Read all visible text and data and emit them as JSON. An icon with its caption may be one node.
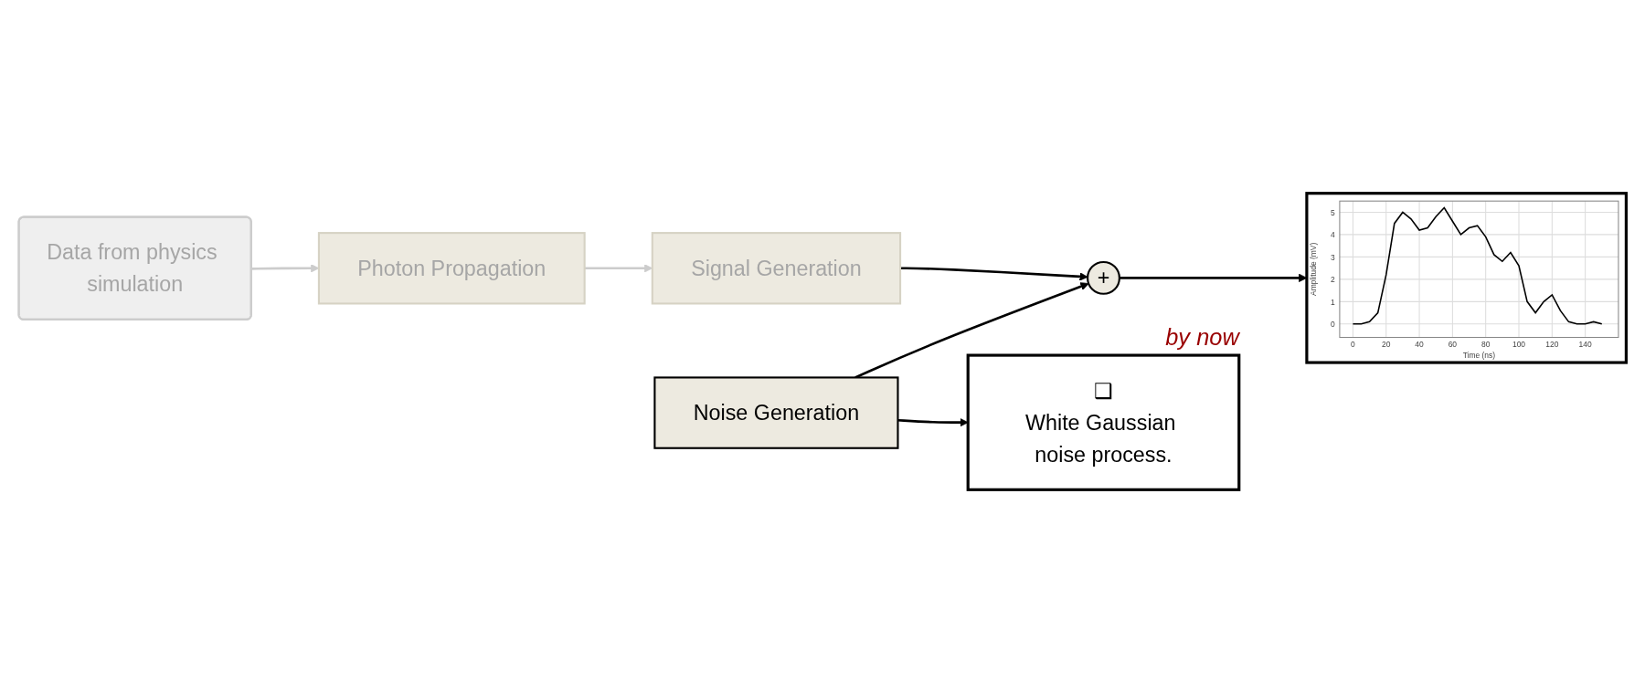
{
  "diagram": {
    "nodes": [
      {
        "text": [
          "Data from physics simulation"
        ]
      },
      {
        "text": [
          "Photon Propagation"
        ]
      },
      {
        "text": [
          "Signal Generation"
        ]
      },
      {
        "text": [
          "+"
        ]
      },
      {
        "text": [],
        "shape": "picture"
      },
      {
        "text": [
          "Noise Generation"
        ]
      },
      {
        "text": [
          "❑",
          "White Gaussian noise process."
        ],
        "beside": [
          "by now"
        ]
      }
    ],
    "edges": [
      {
        "from": 0,
        "to": 1,
        "arrow": "to",
        "color": "#cccccc"
      },
      {
        "from": 1,
        "to": 2,
        "arrow": "to",
        "color": "#cccccc"
      },
      {
        "from": 2,
        "to": 3,
        "arrow": "to"
      },
      {
        "from": 3,
        "to": 4,
        "arrow": "to"
      },
      {
        "from": 5,
        "to": 3,
        "arrow": "to"
      },
      {
        "from": 5,
        "to": 6,
        "arrow": "to"
      }
    ],
    "chart_data": {
      "type": "line",
      "xlabel": "Time (ns)",
      "ylabel": "Amplitude (mV)",
      "x": [
        0,
        5,
        10,
        15,
        20,
        25,
        30,
        35,
        40,
        45,
        50,
        55,
        60,
        65,
        70,
        75,
        80,
        85,
        90,
        95,
        100,
        105,
        110,
        115,
        120,
        125,
        130,
        135,
        140,
        145,
        150
      ],
      "series": [
        {
          "color": "#000000",
          "values": [
            0,
            0,
            0.1,
            0.5,
            2.2,
            4.5,
            5.0,
            4.7,
            4.2,
            4.3,
            4.8,
            5.2,
            4.6,
            4.0,
            4.3,
            4.4,
            3.9,
            3.1,
            2.8,
            3.2,
            2.6,
            1.0,
            0.5,
            1.0,
            1.3,
            0.6,
            0.1,
            0,
            0,
            0.1,
            0
          ]
        }
      ],
      "grid": true,
      "xlim": [
        -8,
        160
      ],
      "ylim": [
        -0.6,
        5.5
      ],
      "xticks": [
        0,
        20,
        40,
        60,
        80,
        100,
        120,
        140
      ],
      "yticks": [
        0,
        1,
        2,
        3,
        4,
        5
      ]
    }
  }
}
